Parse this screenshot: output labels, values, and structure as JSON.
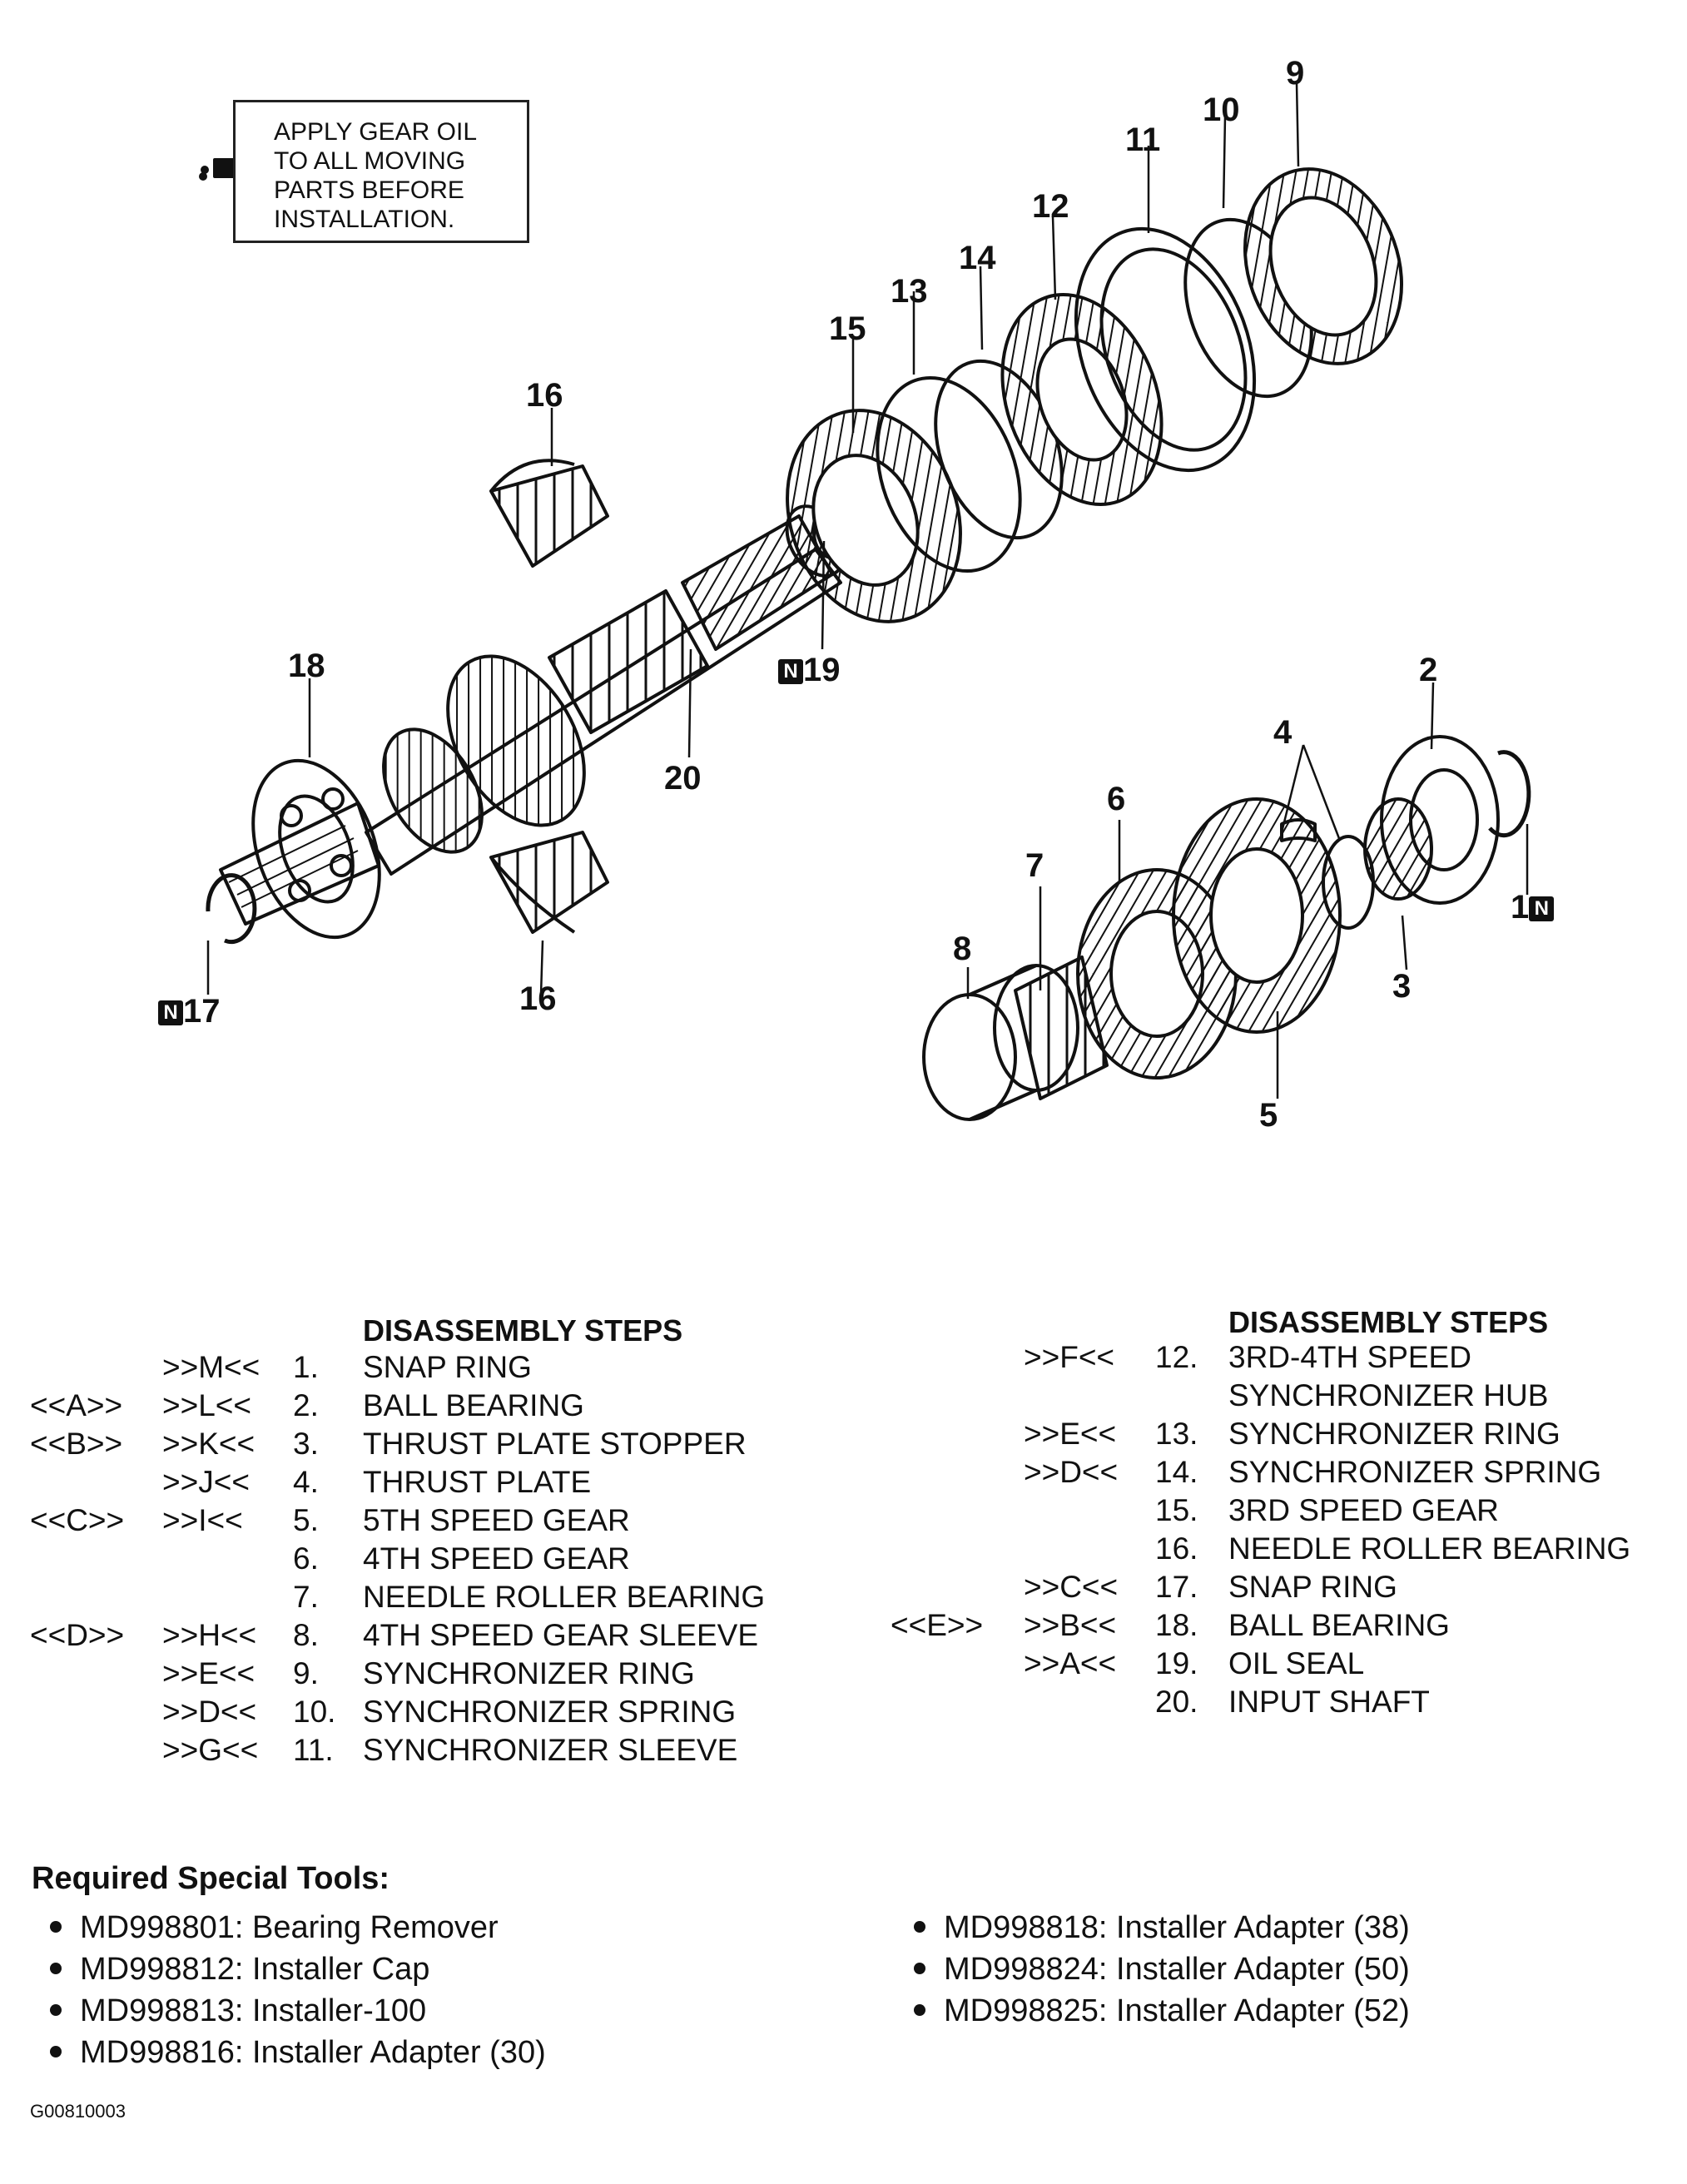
{
  "note": {
    "text": "APPLY GEAR OIL\nTO ALL MOVING\nPARTS BEFORE\nINSTALLATION."
  },
  "callouts": {
    "c1": "1",
    "c2": "2",
    "c3": "3",
    "c4": "4",
    "c5": "5",
    "c6": "6",
    "c7": "7",
    "c8": "8",
    "c9": "9",
    "c10": "10",
    "c11": "11",
    "c12": "12",
    "c13": "13",
    "c14": "14",
    "c15": "15",
    "c16a": "16",
    "c16b": "16",
    "c17": "17",
    "c18": "18",
    "c19": "19",
    "c20": "20",
    "badge": "N"
  },
  "steps_left": {
    "heading": "DISASSEMBLY STEPS",
    "rows": [
      {
        "remove": "",
        "install": ">>M<<",
        "num": "1.",
        "name": "SNAP RING"
      },
      {
        "remove": "<<A>>",
        "install": ">>L<<",
        "num": "2.",
        "name": "BALL BEARING"
      },
      {
        "remove": "<<B>>",
        "install": ">>K<<",
        "num": "3.",
        "name": "THRUST PLATE STOPPER"
      },
      {
        "remove": "",
        "install": ">>J<<",
        "num": "4.",
        "name": "THRUST PLATE"
      },
      {
        "remove": "<<C>>",
        "install": ">>I<<",
        "num": "5.",
        "name": "5TH SPEED GEAR"
      },
      {
        "remove": "",
        "install": "",
        "num": "6.",
        "name": "4TH SPEED GEAR"
      },
      {
        "remove": "",
        "install": "",
        "num": "7.",
        "name": "NEEDLE ROLLER BEARING"
      },
      {
        "remove": "<<D>>",
        "install": ">>H<<",
        "num": "8.",
        "name": "4TH SPEED GEAR SLEEVE"
      },
      {
        "remove": "",
        "install": ">>E<<",
        "num": "9.",
        "name": "SYNCHRONIZER RING"
      },
      {
        "remove": "",
        "install": ">>D<<",
        "num": "10.",
        "name": "SYNCHRONIZER SPRING"
      },
      {
        "remove": "",
        "install": ">>G<<",
        "num": "11.",
        "name": "SYNCHRONIZER SLEEVE"
      }
    ]
  },
  "steps_right": {
    "heading": "DISASSEMBLY STEPS",
    "rows": [
      {
        "remove": "",
        "install": ">>F<<",
        "num": "12.",
        "name": "3RD-4TH SPEED"
      },
      {
        "remove": "",
        "install": "",
        "num": "",
        "name": "SYNCHRONIZER HUB"
      },
      {
        "remove": "",
        "install": ">>E<<",
        "num": "13.",
        "name": "SYNCHRONIZER RING"
      },
      {
        "remove": "",
        "install": ">>D<<",
        "num": "14.",
        "name": "SYNCHRONIZER SPRING"
      },
      {
        "remove": "",
        "install": "",
        "num": "15.",
        "name": "3RD SPEED GEAR"
      },
      {
        "remove": "",
        "install": "",
        "num": "16.",
        "name": "NEEDLE ROLLER BEARING"
      },
      {
        "remove": "",
        "install": ">>C<<",
        "num": "17.",
        "name": "SNAP RING"
      },
      {
        "remove": "<<E>>",
        "install": ">>B<<",
        "num": "18.",
        "name": "BALL BEARING"
      },
      {
        "remove": "",
        "install": ">>A<<",
        "num": "19.",
        "name": "OIL SEAL"
      },
      {
        "remove": "",
        "install": "",
        "num": "20.",
        "name": "INPUT SHAFT"
      }
    ]
  },
  "tools": {
    "title": "Required Special Tools:",
    "left": [
      "MD998801: Bearing Remover",
      "MD998812: Installer Cap",
      "MD998813: Installer-100",
      "MD998816: Installer Adapter (30)"
    ],
    "right": [
      "MD998818: Installer Adapter (38)",
      "MD998824: Installer Adapter (50)",
      "MD998825: Installer Adapter (52)"
    ]
  },
  "figure_code": "G00810003"
}
